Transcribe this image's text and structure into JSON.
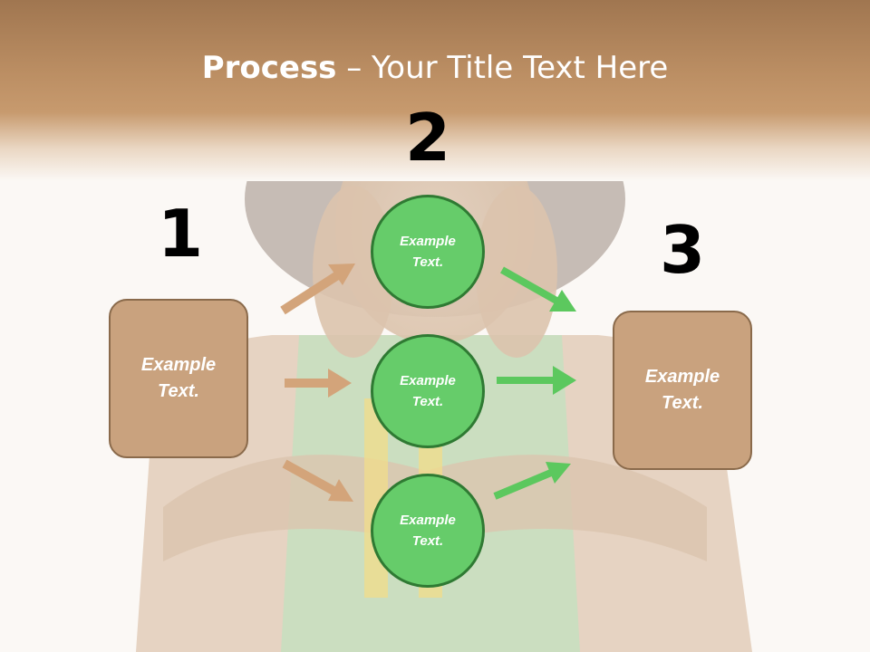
{
  "title": {
    "strong": "Process",
    "rest": " – Your Title Text Here"
  },
  "steps": {
    "one": "1",
    "two": "2",
    "three": "3"
  },
  "left_box": {
    "text": "Example\nText."
  },
  "right_box": {
    "text": "Example\nText."
  },
  "circles": [
    {
      "text": "Example\nText."
    },
    {
      "text": "Example\nText."
    },
    {
      "text": "Example\nText."
    }
  ],
  "colors": {
    "box_fill": "#c9a27e",
    "box_border": "#8a6a4b",
    "circle_fill": "#66cc6a",
    "circle_border": "#2f7a33",
    "arrow_in": "#d3a47a",
    "arrow_out": "#5cc85e",
    "header_band": "#bb8e63"
  }
}
